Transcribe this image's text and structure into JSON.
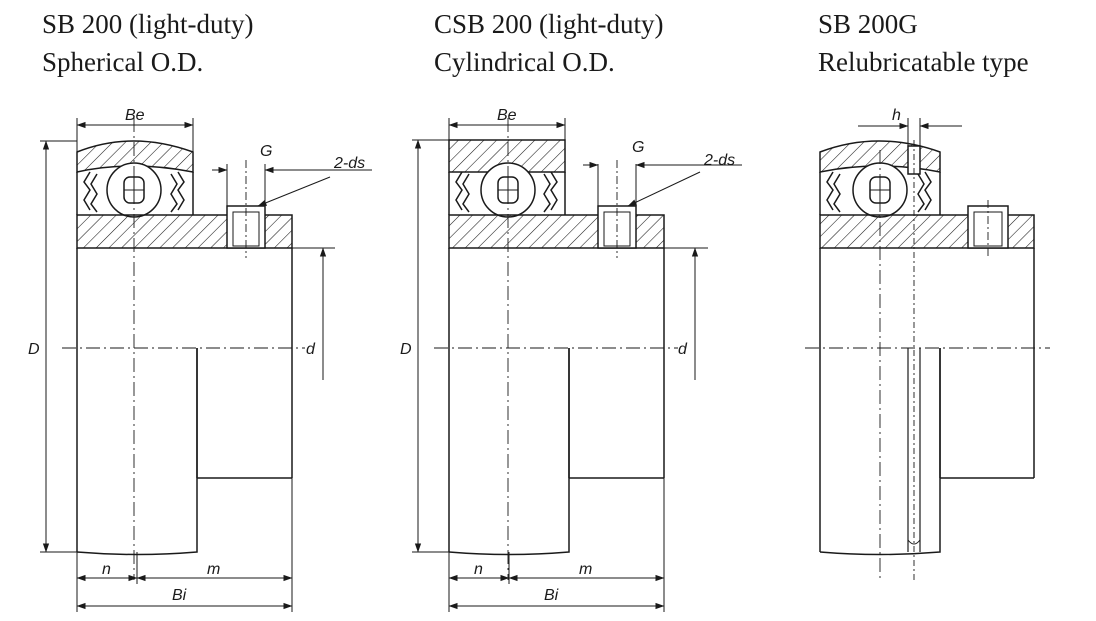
{
  "views": [
    {
      "title_line1": "SB 200 (light-duty)",
      "title_line2": "Spherical O.D.",
      "labels": {
        "Be": "Be",
        "G": "G",
        "ds": "2-ds",
        "D": "D",
        "d": "d",
        "n": "n",
        "m": "m",
        "Bi": "Bi"
      }
    },
    {
      "title_line1": "CSB 200 (light-duty)",
      "title_line2": "Cylindrical O.D.",
      "labels": {
        "Be": "Be",
        "G": "G",
        "ds": "2-ds",
        "D": "D",
        "d": "d",
        "n": "n",
        "m": "m",
        "Bi": "Bi"
      }
    },
    {
      "title_line1": "SB 200G",
      "title_line2": "Relubricatable type",
      "labels": {
        "h": "h"
      }
    }
  ]
}
